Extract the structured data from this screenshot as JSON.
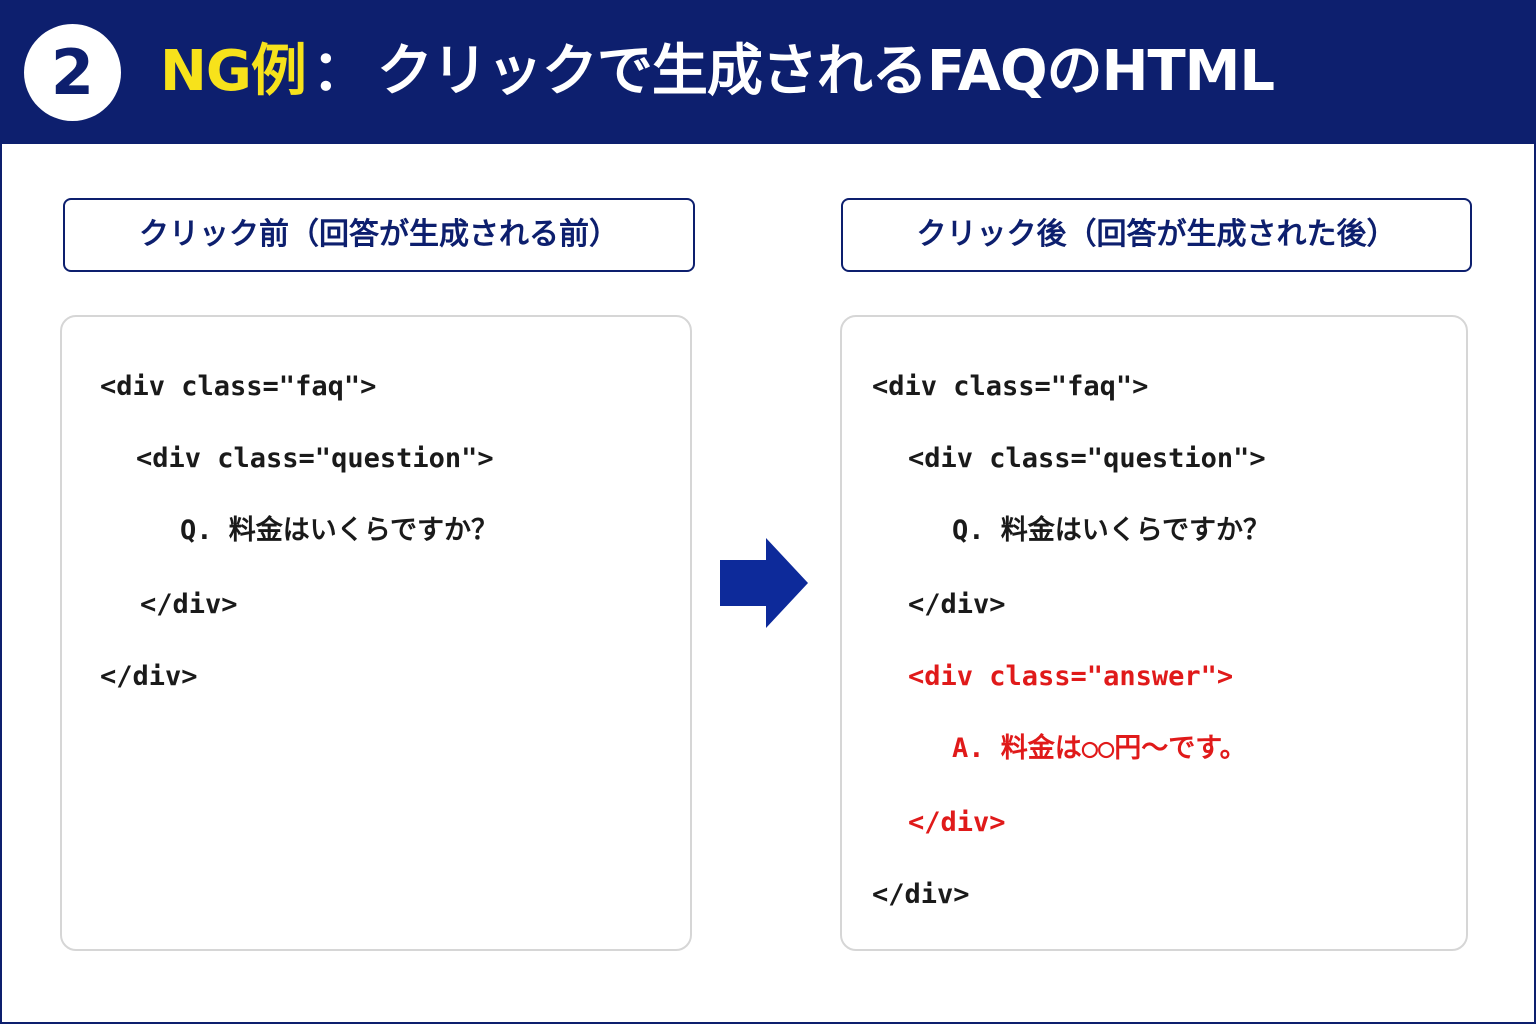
{
  "header": {
    "step_number": "2",
    "title_highlight": "NG例",
    "title_separator": "：",
    "title_rest": "クリックで生成されるFAQのHTML"
  },
  "left": {
    "label": "クリック前（回答が生成される前）",
    "code_lines": [
      "<div class=\"faq\">",
      "<div class=\"question\">",
      "Q. 料金はいくらですか？",
      "</div>",
      "</div>"
    ]
  },
  "right": {
    "label": "クリック後（回答が生成された後）",
    "code_lines": [
      "<div class=\"faq\">",
      "<div class=\"question\">",
      "Q. 料金はいくらですか？",
      "</div>",
      "<div class=\"answer\">",
      "A. 料金は○○円〜です。",
      "</div>",
      "</div>"
    ]
  },
  "colors": {
    "navy": "#0d1f6e",
    "highlight_yellow": "#f7e21b",
    "added_code_red": "#e01a1a"
  },
  "icons": {
    "transition": "right-arrow-icon"
  }
}
